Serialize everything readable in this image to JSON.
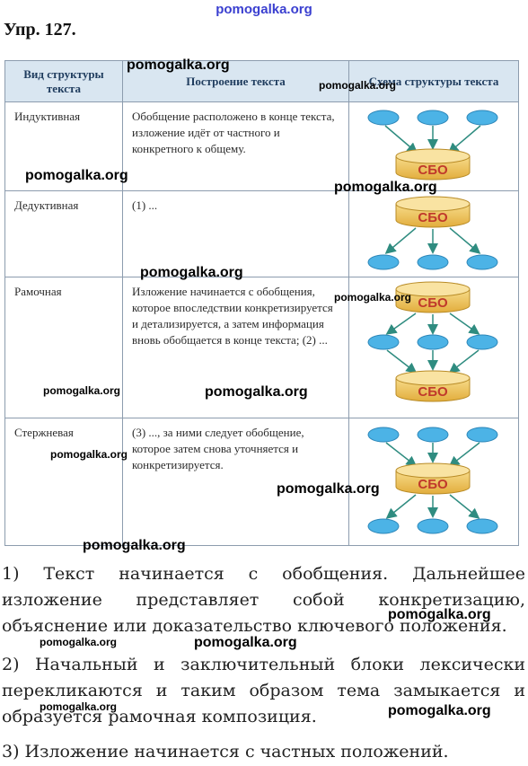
{
  "top_watermark": "pomogalka.org",
  "exercise_title": "Упр. 127.",
  "table": {
    "headers": [
      "Вид структуры текста",
      "Построение текста",
      "Схема структуры текста"
    ],
    "rows": [
      {
        "type": "Индуктивная",
        "description": "Обобщение расположено в конце текста, изложение идёт от частного и конкретного к общему."
      },
      {
        "type": "Дедуктивная",
        "description": "(1) ..."
      },
      {
        "type": "Рамочная",
        "description": "Изложение начинается с обобщения, которое впоследствии конкретизируется и детализируется, а затем информация вновь обобщается в конце текста; (2) ..."
      },
      {
        "type": "Стержневая",
        "description": "(3) ..., за ними следует обобщение, которое затем снова уточняется и конкретизируется."
      }
    ],
    "block_label": "СБО"
  },
  "answers": [
    "1) Текст начинается с обобщения. Дальнейшее изложение представляет собой конкретизацию, объяснение или доказательство ключевого положения.",
    "2) Начальный и заключительный блоки лексически перекликаются и таким образом тема замыкается и образуется рамочная композиция.",
    "3) Изложение начинается с частных положений."
  ],
  "watermark_text": "pomogalka.org",
  "colors": {
    "header_bg": "#d9e6f1",
    "border": "#8c9cae",
    "ellipse_fill": "#4cb3e6",
    "cylinder_fill": "#efc85a",
    "cylinder_text": "#c0392b",
    "arrow": "#2f8c80",
    "watermark_top": "#3a3fd0"
  }
}
